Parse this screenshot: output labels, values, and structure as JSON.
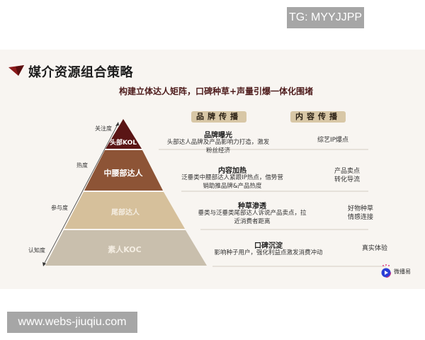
{
  "watermarks": {
    "top": "TG: MYYJJPP",
    "bottom": "www.webs-jiuqiu.com"
  },
  "slide": {
    "title": "媒介资源组合策略",
    "subtitle": "构建立体达人矩阵，口碑种草+声量引爆一体化围堵",
    "columns": {
      "brand": "品牌传播",
      "content": "内容传播"
    },
    "axis": {
      "labels": [
        "关注度",
        "热度",
        "参与度",
        "认知度"
      ]
    },
    "tiers": [
      {
        "name": "头部KOL",
        "color": "#5a1515",
        "brand_title": "品牌曝光",
        "brand_desc_1": "头部达人品牌及产品影响力打造，激发",
        "brand_desc_2": "粉丝经济",
        "content_1": "综艺IP爆点",
        "content_2": ""
      },
      {
        "name": "中腰部达人",
        "color": "#8d5436",
        "brand_title": "内容加热",
        "brand_desc_1": "泛垂类中腰部达人紧跟IP热点，借势营",
        "brand_desc_2": "销助推品牌&产品热度",
        "content_1": "产品卖点",
        "content_2": "转化导流"
      },
      {
        "name": "尾部达人",
        "color": "#d6c09b",
        "brand_title": "种草渗透",
        "brand_desc_1": "垂类与泛垂类尾部达人诉说产品卖点，拉",
        "brand_desc_2": "近消费者距离",
        "content_1": "好物种草",
        "content_2": "情感连接"
      },
      {
        "name": "素人KOC",
        "color": "#c9bfad",
        "brand_title": "口碑沉淀",
        "brand_desc_1": "影响种子用户，强化利益点激发消费冲动",
        "brand_desc_2": "",
        "content_1": "真实体验",
        "content_2": ""
      }
    ],
    "logo_text": "微播易",
    "colors": {
      "background": "#f8f5f1",
      "accent_red": "#8b1a1a",
      "header_chip": "#d8c7a6"
    }
  }
}
